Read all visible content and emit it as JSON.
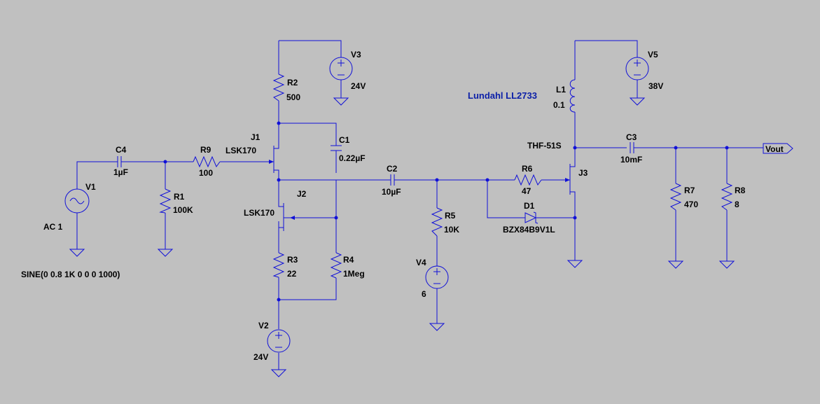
{
  "components": {
    "V1": {
      "name": "V1",
      "value": "AC 1",
      "directive": "SINE(0 0.8 1K 0 0 0 1000)"
    },
    "C4": {
      "name": "C4",
      "value": "1µF"
    },
    "R9": {
      "name": "R9",
      "value": "100"
    },
    "R1": {
      "name": "R1",
      "value": "100K"
    },
    "J1": {
      "name": "J1",
      "value": "LSK170"
    },
    "R2": {
      "name": "R2",
      "value": "500"
    },
    "V3": {
      "name": "V3",
      "value": "24V"
    },
    "C1": {
      "name": "C1",
      "value": "0.22µF"
    },
    "J2": {
      "name": "J2",
      "value": "LSK170"
    },
    "R3": {
      "name": "R3",
      "value": "22"
    },
    "R4": {
      "name": "R4",
      "value": "1Meg"
    },
    "V2": {
      "name": "V2",
      "value": "24V"
    },
    "C2": {
      "name": "C2",
      "value": "10µF"
    },
    "R5": {
      "name": "R5",
      "value": "10K"
    },
    "V4": {
      "name": "V4",
      "value": "6"
    },
    "R6": {
      "name": "R6",
      "value": "47"
    },
    "D1": {
      "name": "D1",
      "value": "BZX84B9V1L"
    },
    "J3": {
      "name": "J3",
      "value": "THF-51S"
    },
    "L1": {
      "name": "L1",
      "value": "0.1"
    },
    "V5": {
      "name": "V5",
      "value": "38V"
    },
    "C3": {
      "name": "C3",
      "value": "10mF"
    },
    "R7": {
      "name": "R7",
      "value": "470"
    },
    "R8": {
      "name": "R8",
      "value": "8"
    }
  },
  "transformer_note": "Lundahl LL2733",
  "output_port": "Vout",
  "colors": {
    "background": "#c0c0c0",
    "wire": "#1010d8",
    "label": "#000000",
    "note": "#0b1fa8"
  }
}
